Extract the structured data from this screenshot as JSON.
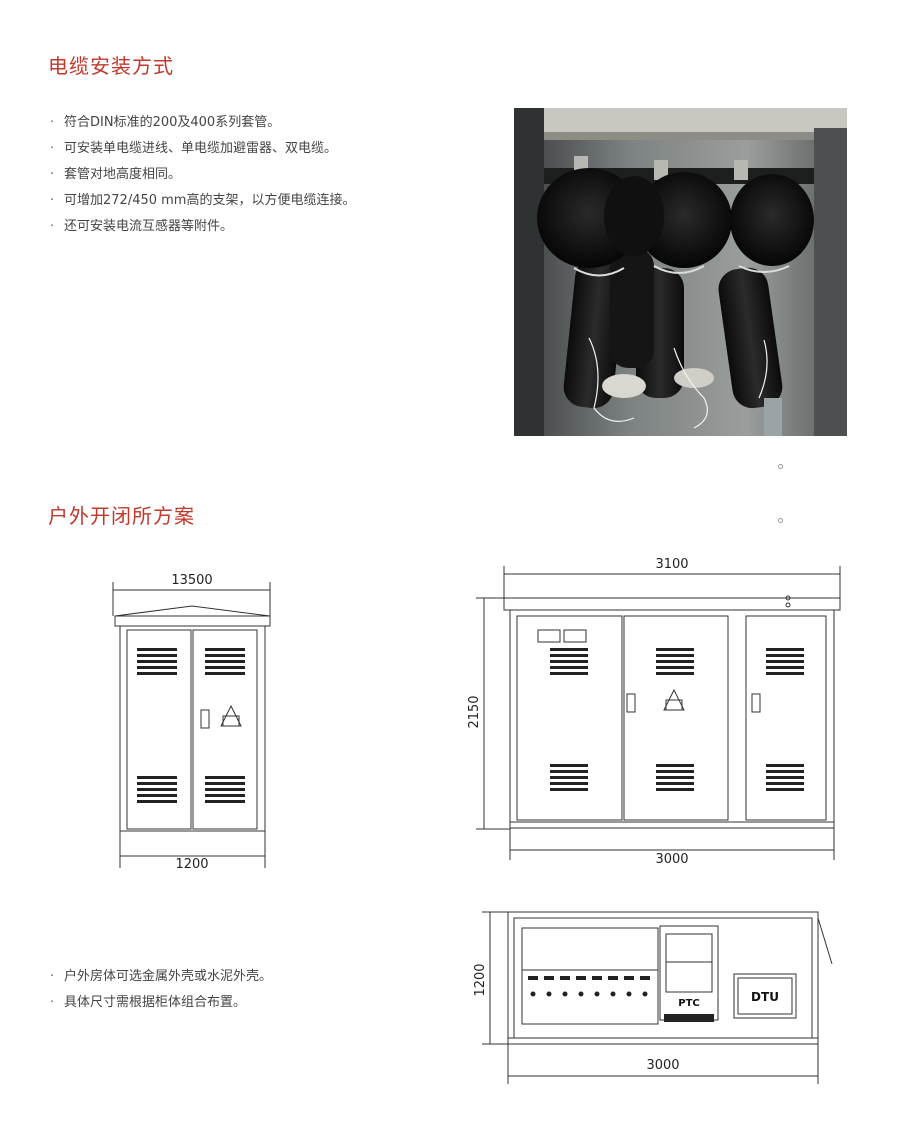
{
  "section1": {
    "title": "电缆安装方式",
    "bullets": [
      "符合DIN标准的200及400系列套管。",
      "可安装单电缆进线、单电缆加避雷器、双电缆。",
      "套管对地高度相同。",
      "可增加272/450 mm高的支架，以方便电缆连接。",
      "还可安装电流互感器等附件。"
    ]
  },
  "section2": {
    "title": "户外开闭所方案",
    "bullets": [
      "户外房体可选金属外壳或水泥外壳。",
      "具体尺寸需根据柜体组合布置。"
    ]
  },
  "drawings": {
    "side_view": {
      "top_dim": "13500",
      "bottom_dim": "1200"
    },
    "front_view": {
      "top_dim": "3100",
      "height_dim": "2150",
      "bottom_dim": "3000"
    },
    "plan_view": {
      "height_dim": "1200",
      "bottom_dim": "3000",
      "ptc_label": "PTC",
      "dtu_label": "DTU"
    }
  },
  "colors": {
    "title": "#c0392b",
    "text": "#444444",
    "line": "#333333"
  }
}
